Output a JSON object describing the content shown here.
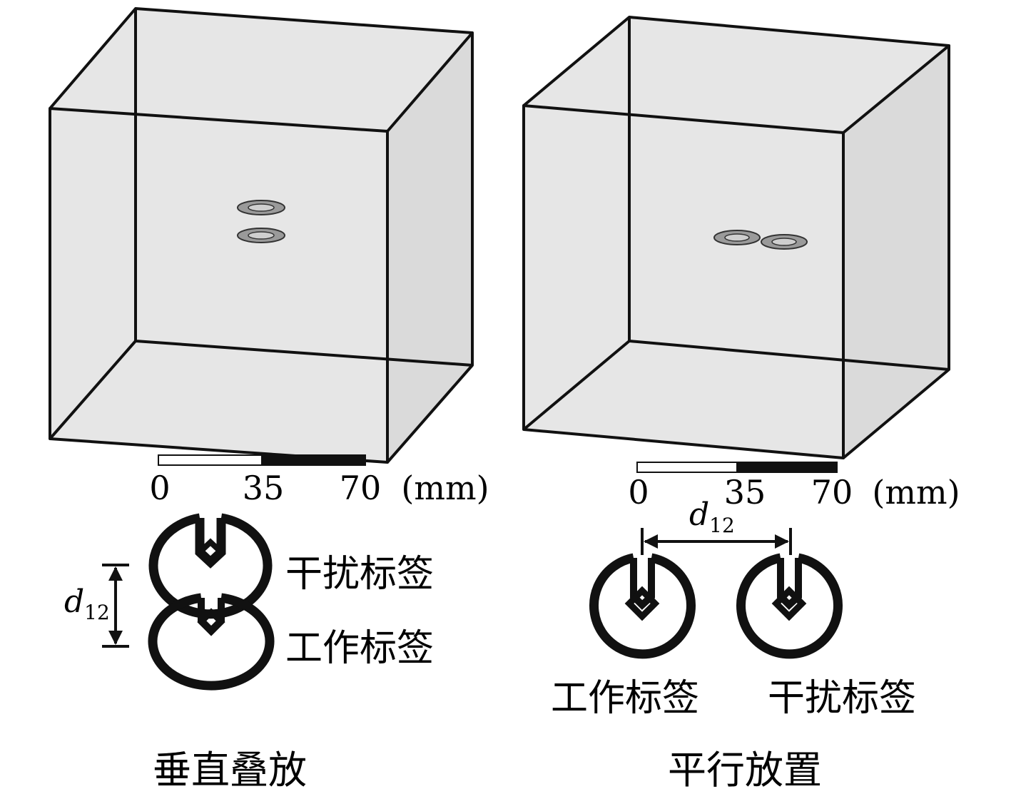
{
  "left_panel": {
    "scale": {
      "ticks": [
        "0",
        "35",
        "70"
      ],
      "unit": "(mm)"
    },
    "distance_label": {
      "symbol": "d",
      "subscript": "12"
    },
    "top_tag_label": "干扰标签",
    "bottom_tag_label": "工作标签",
    "caption": "垂直叠放"
  },
  "right_panel": {
    "scale": {
      "ticks": [
        "0",
        "35",
        "70"
      ],
      "unit": "(mm)"
    },
    "distance_label": {
      "symbol": "d",
      "subscript": "12"
    },
    "left_tag_label": "工作标签",
    "right_tag_label": "干扰标签",
    "caption": "平行放置"
  }
}
